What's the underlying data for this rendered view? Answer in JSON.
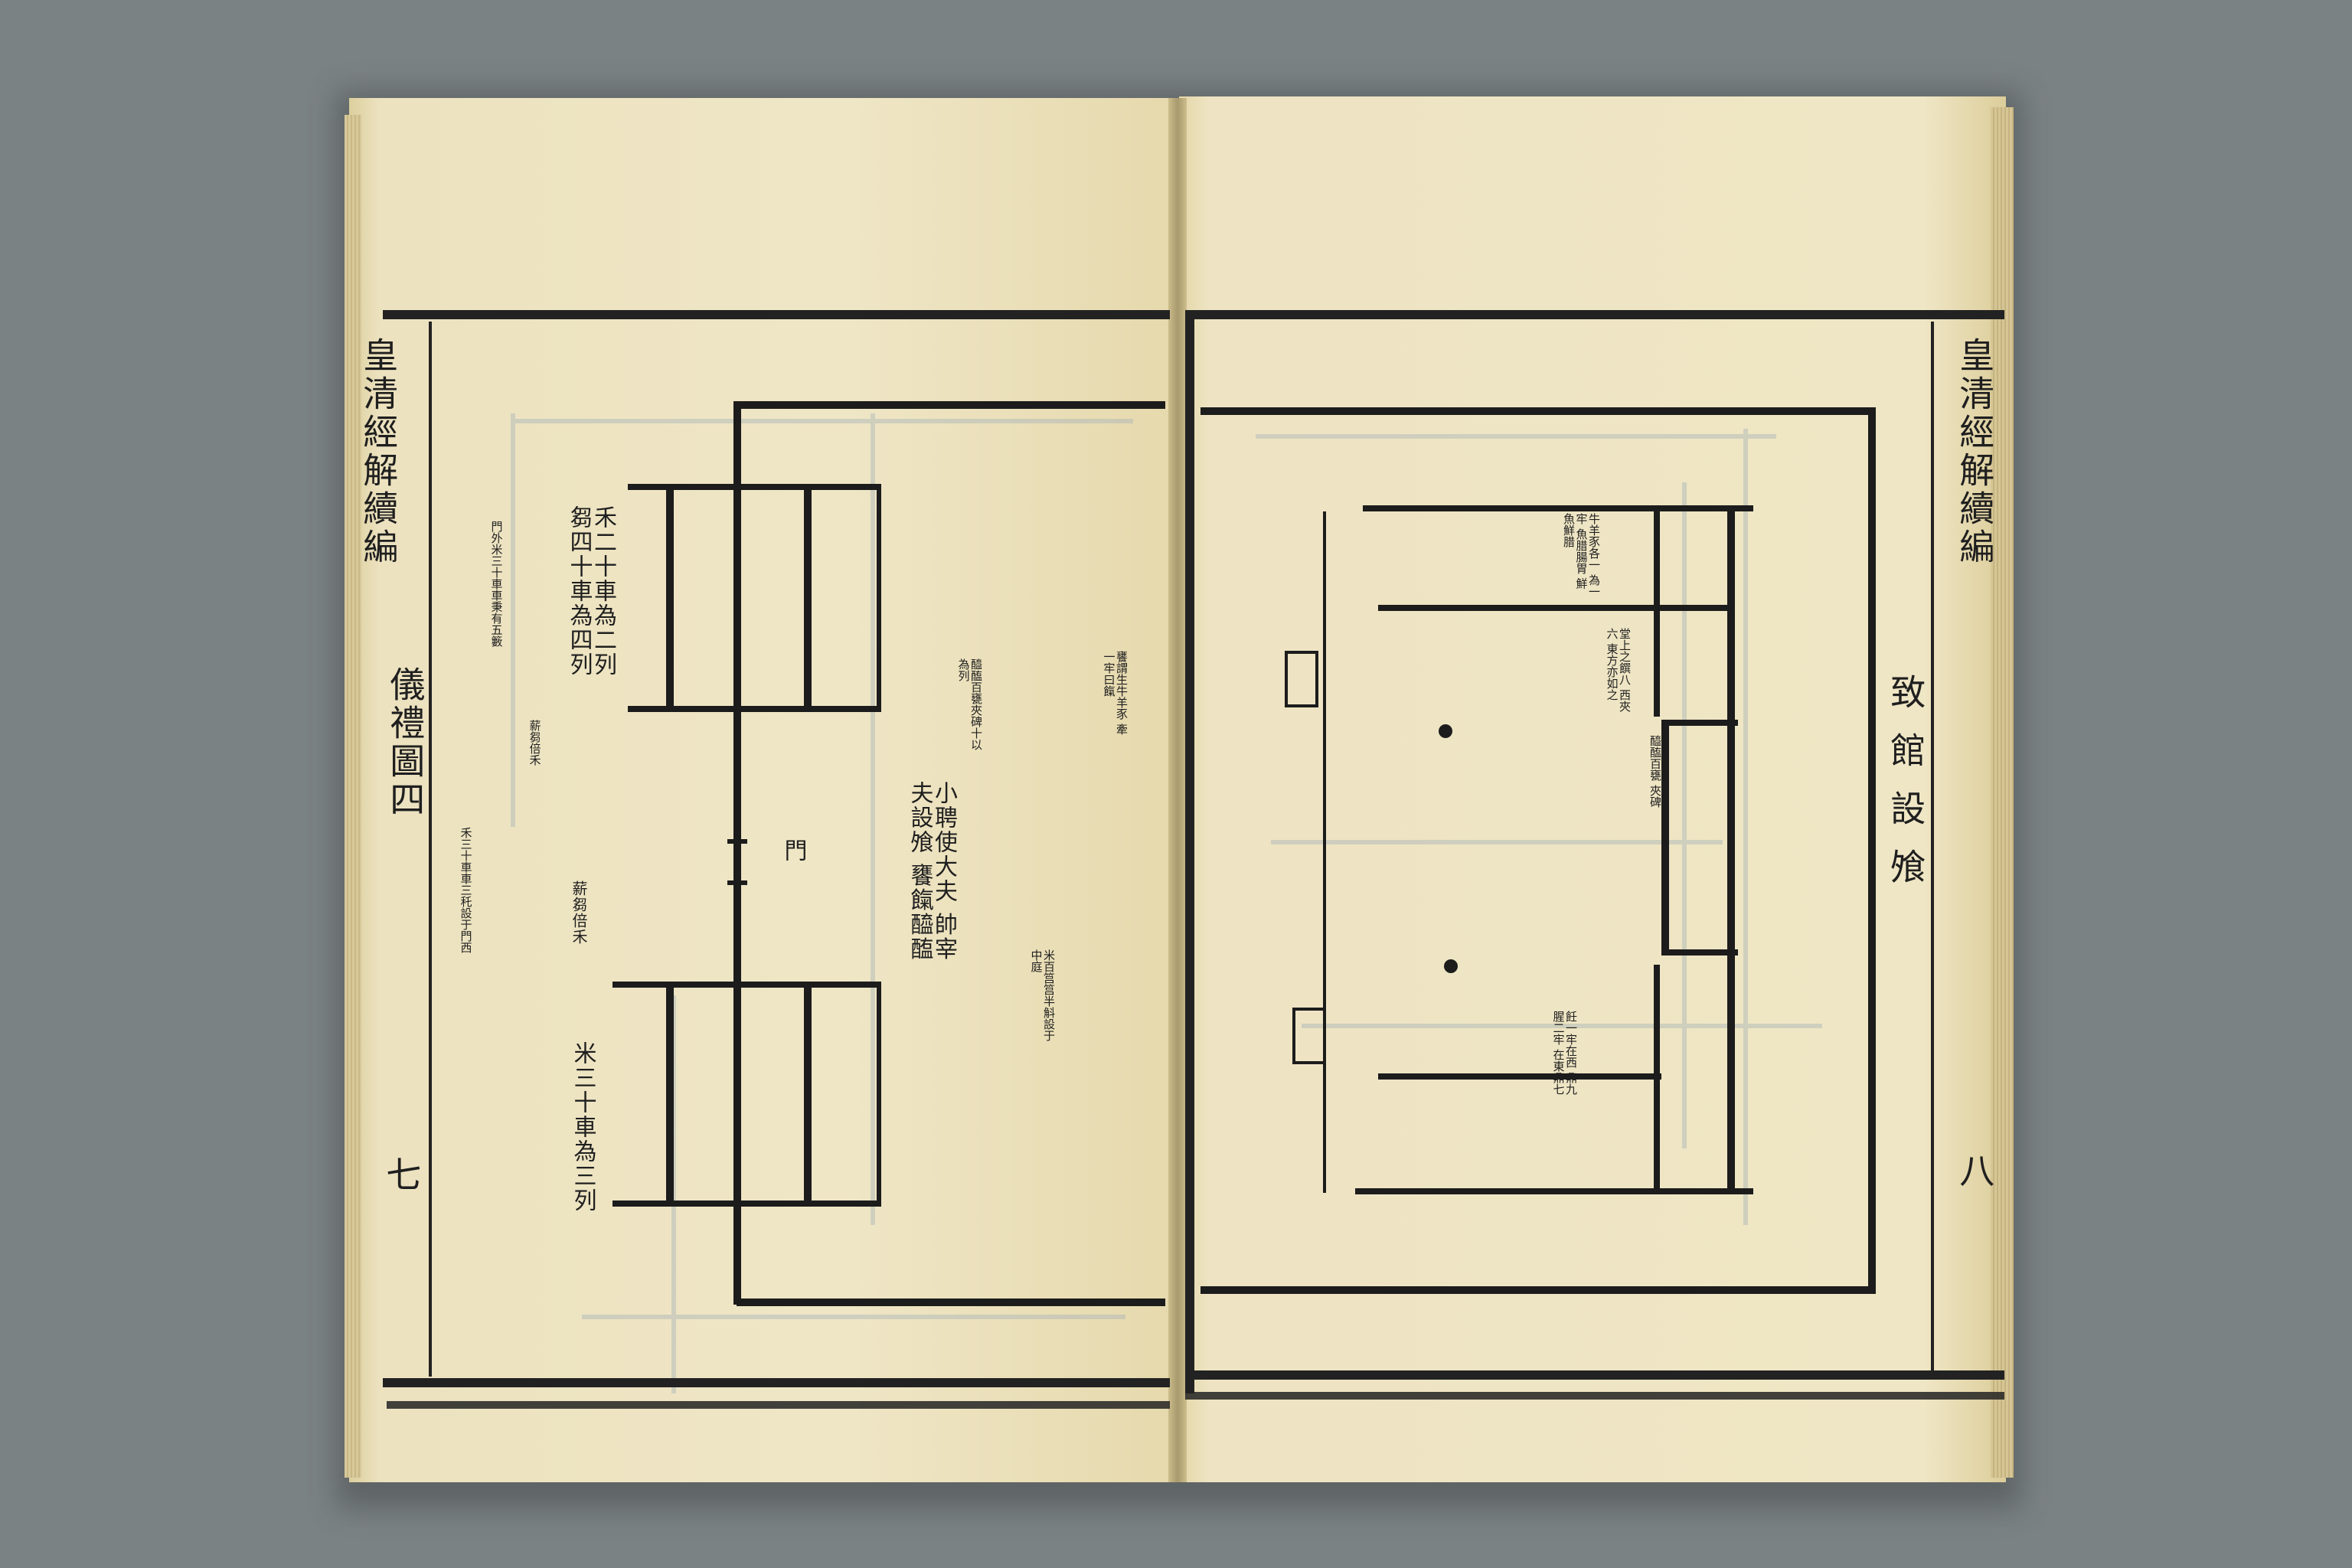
{
  "book": {
    "left_page": {
      "running_title": "皇清經解續編",
      "section_title": "儀禮圖四",
      "page_number": "七",
      "notes": {
        "cart_counts_upper": "禾二十車為二列 芻四十車為四列",
        "cart_counts_lower": "米三十車為三列",
        "gate_label": "門",
        "fodder_text": "薪芻倍禾",
        "officials_text": "小聘使大夫 帥宰夫設飧 饔餼醯醢",
        "long_notes": [
          "饔謂生牛羊豕 牽一牢曰餼",
          "醯醢百甕夾碑十以為列",
          "米百筥筥半斛設于中庭",
          "門外米三十車車秉有五籔",
          "禾三十車車三秅設于門西",
          "薪芻倍禾"
        ]
      }
    },
    "right_page": {
      "running_title": "皇清經解續編",
      "diagram_title": "致館設飧",
      "page_number": "八",
      "notes": {
        "top_notes": "牛羊豕各一 為一牢 魚腊腸胃 鮮魚鮮腊",
        "middle_notes": "堂上之饌八 西夾六 東方亦如之",
        "lower_notes": "飪一牢在西 鼎九 腥二牢 在東鼎七",
        "side_notes": "醯醢百甕 夾碑"
      }
    }
  }
}
